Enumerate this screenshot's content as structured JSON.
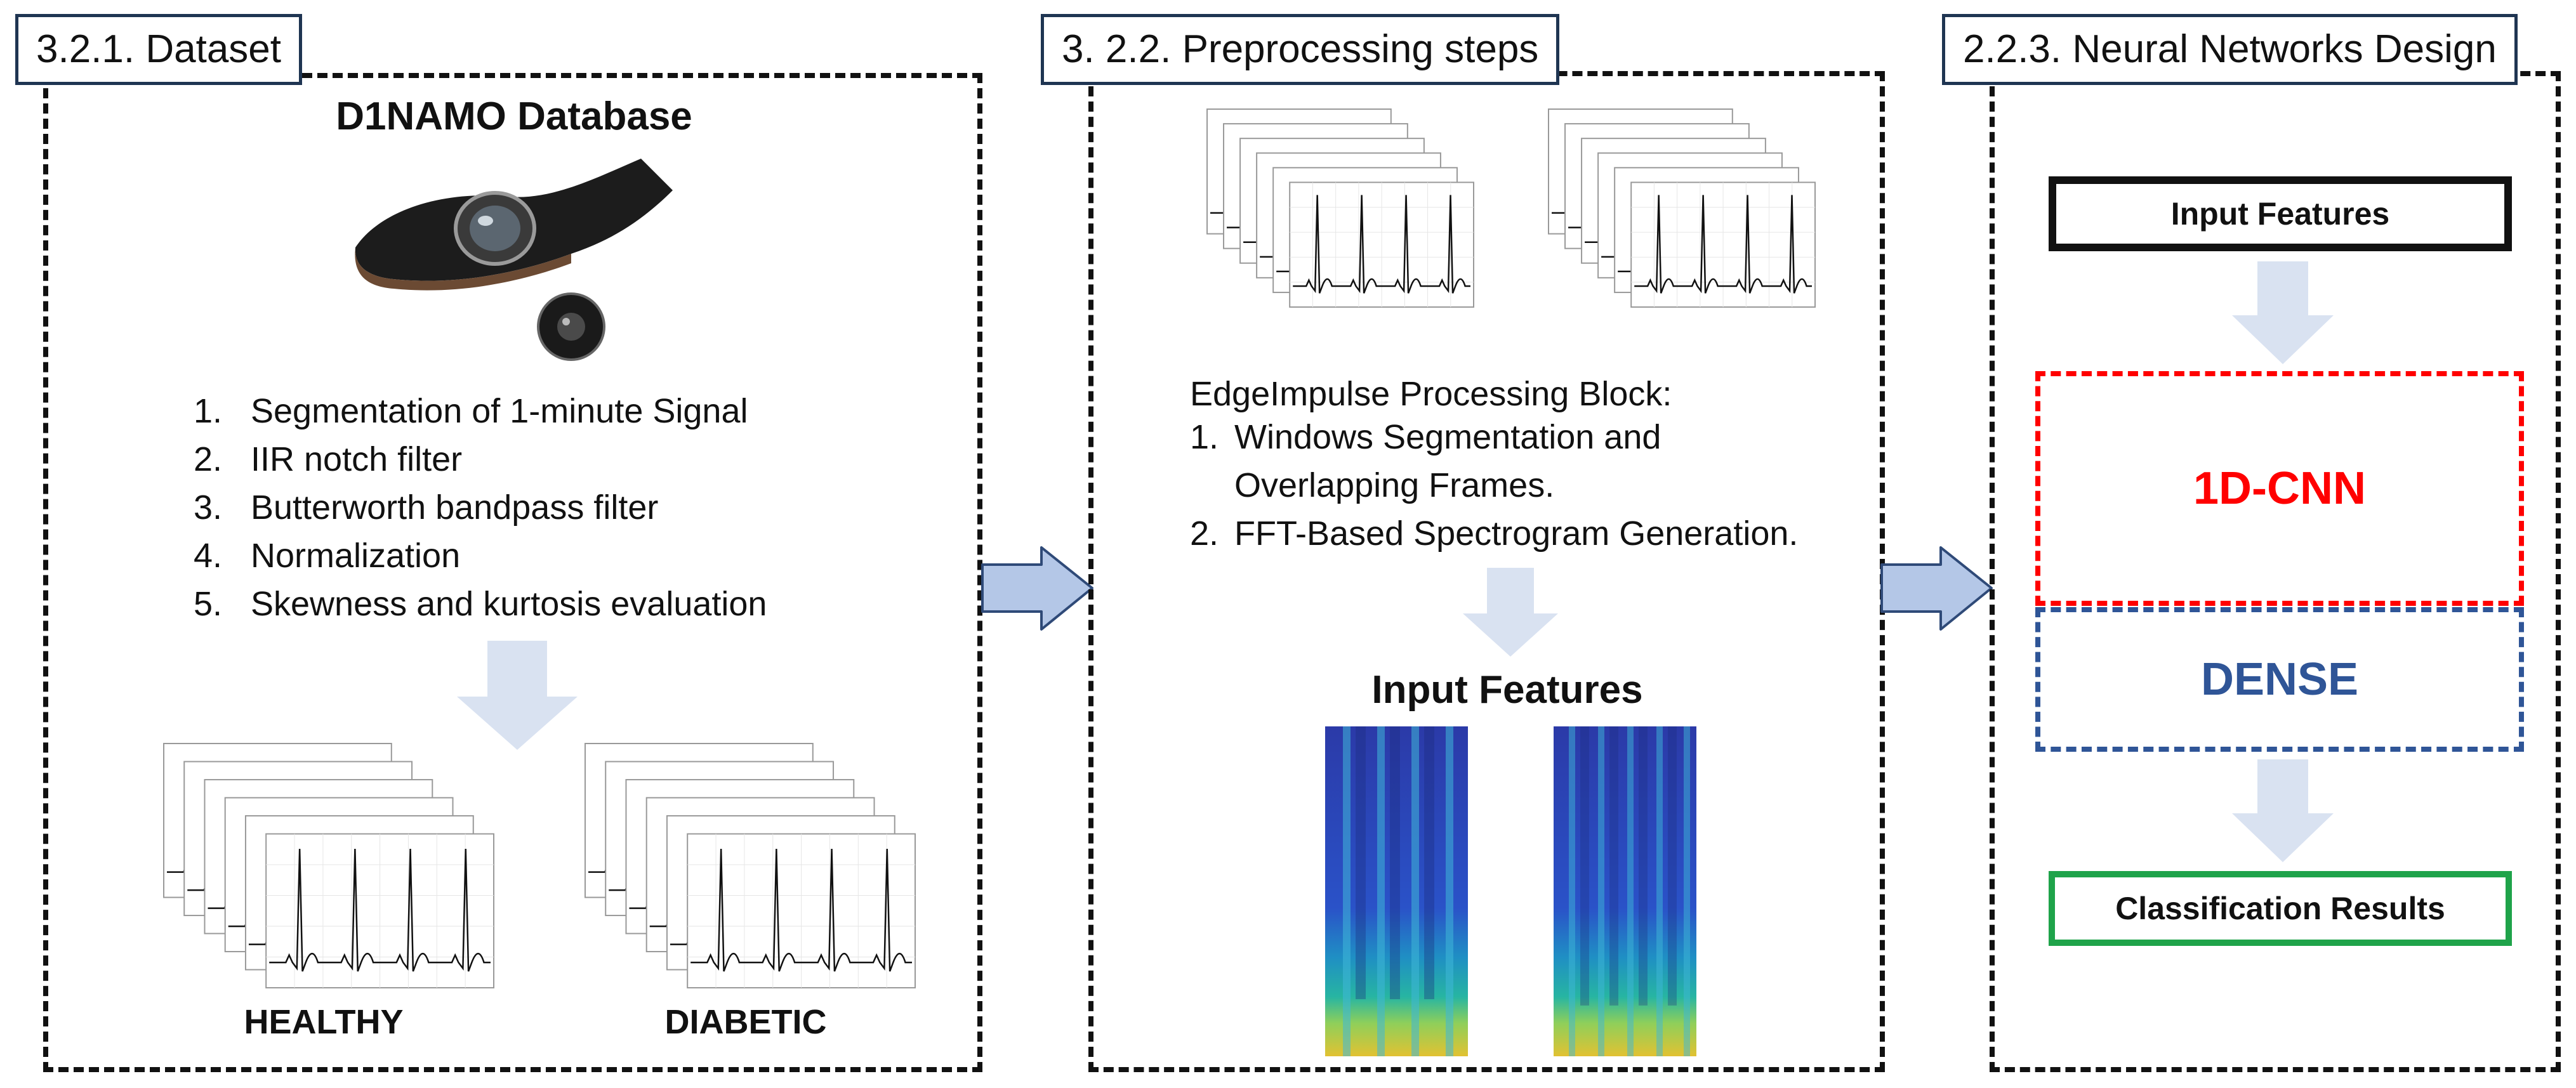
{
  "panel1": {
    "tab": "3.2.1. Dataset",
    "title": "D1NAMO Database",
    "steps": [
      {
        "num": "1.",
        "text": "Segmentation of 1-minute Signal"
      },
      {
        "num": "2.",
        "text": "IIR notch filter"
      },
      {
        "num": "3.",
        "text": "Butterworth bandpass filter"
      },
      {
        "num": "4.",
        "text": "Normalization"
      },
      {
        "num": "5.",
        "text": "Skewness and kurtosis evaluation"
      }
    ],
    "label_healthy": "HEALTHY",
    "label_diabetic": "DIABETIC"
  },
  "panel2": {
    "tab": "3. 2.2. Preprocessing steps",
    "block_title": "EdgeImpulse Processing Block:",
    "steps": [
      {
        "num": "1.",
        "lines": [
          "Windows Segmentation and",
          "Overlapping Frames."
        ]
      },
      {
        "num": "2.",
        "lines": [
          "FFT-Based Spectrogram Generation."
        ]
      }
    ],
    "features_title": "Input Features"
  },
  "panel3": {
    "tab": "2.2.3. Neural Networks Design",
    "input_label": "Input Features",
    "cnn_label": "1D-CNN",
    "dense_label": "DENSE",
    "result_label": "Classification Results"
  },
  "colors": {
    "border": "#111111",
    "tab_border": "#1f3552",
    "arrow_fill": "#d9e2f1",
    "side_arrow_fill": "#b4c7e7",
    "side_arrow_stroke": "#2f4a78",
    "cnn": "#ff0000",
    "dense": "#2f5597",
    "result": "#1fa34a"
  }
}
